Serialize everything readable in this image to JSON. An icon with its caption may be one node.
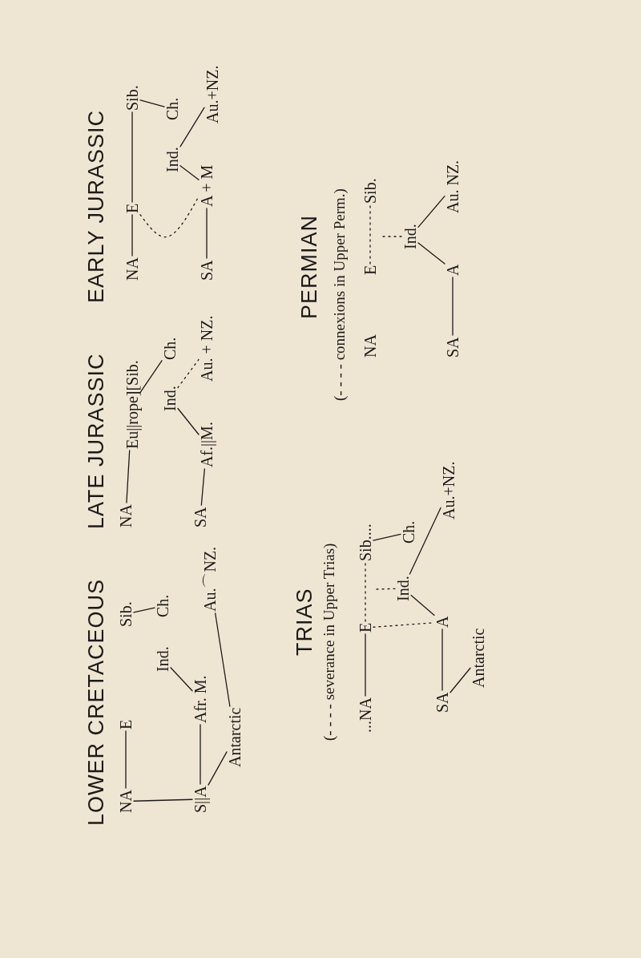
{
  "diagram": {
    "nodes": [
      {
        "text": [
          "NA"
        ]
      },
      {
        "text": [
          "E"
        ]
      },
      {
        "text": [
          "Sib."
        ]
      },
      {
        "text": [
          "Ind."
        ]
      },
      {
        "text": [
          "Ch."
        ]
      },
      {
        "text": [
          "S||A"
        ]
      },
      {
        "text": [
          "Afr. M."
        ]
      },
      {
        "text": [
          "Au.⌒NZ."
        ]
      },
      {
        "text": [
          "Antarctic"
        ]
      },
      {
        "text": [
          "NA"
        ]
      },
      {
        "text": [
          "Eu||rope][Sib."
        ]
      },
      {
        "text": [
          "Ind."
        ]
      },
      {
        "text": [
          "Ch."
        ]
      },
      {
        "text": [
          "SA"
        ]
      },
      {
        "text": [
          "Af.||M."
        ]
      },
      {
        "text": [
          "Au. + NZ."
        ]
      },
      {
        "text": [
          "NA"
        ]
      },
      {
        "text": [
          "E"
        ]
      },
      {
        "text": [
          "Sib."
        ]
      },
      {
        "text": [
          "Ind."
        ]
      },
      {
        "text": [
          "Ch."
        ]
      },
      {
        "text": [
          "SA"
        ]
      },
      {
        "text": [
          "A + M"
        ]
      },
      {
        "text": [
          "Au.+NZ."
        ]
      },
      {
        "text": [
          "NA"
        ]
      },
      {
        "text": [
          "E"
        ]
      },
      {
        "text": [
          "Sib."
        ]
      },
      {
        "text": [
          "Ind."
        ]
      },
      {
        "text": [
          "SA"
        ]
      },
      {
        "text": [
          "A"
        ]
      },
      {
        "text": [
          "Au. NZ."
        ]
      },
      {
        "text": [
          "...NA"
        ]
      },
      {
        "text": [
          "E"
        ]
      },
      {
        "text": [
          "Sib...."
        ]
      },
      {
        "text": [
          "Ind."
        ]
      },
      {
        "text": [
          "Ch."
        ]
      },
      {
        "text": [
          "SA"
        ]
      },
      {
        "text": [
          "A"
        ]
      },
      {
        "text": [
          "Au.+NZ."
        ]
      },
      {
        "text": [
          "Antarctic"
        ]
      }
    ],
    "edges": [
      {
        "from": 0,
        "to": 1,
        "arrow": "none"
      },
      {
        "from": 0,
        "to": 5,
        "arrow": "none"
      },
      {
        "from": 5,
        "to": 6,
        "arrow": "none"
      },
      {
        "from": 6,
        "to": 3,
        "arrow": "none"
      },
      {
        "from": 2,
        "to": 4,
        "arrow": "none"
      },
      {
        "from": 5,
        "to": 8,
        "arrow": "none"
      },
      {
        "from": 8,
        "to": 7,
        "arrow": "none"
      },
      {
        "from": 9,
        "to": 10,
        "arrow": "none"
      },
      {
        "from": 10,
        "to": 12,
        "arrow": "none"
      },
      {
        "from": 13,
        "to": 14,
        "arrow": "none"
      },
      {
        "from": 14,
        "to": 11,
        "arrow": "none"
      },
      {
        "from": 11,
        "to": 15,
        "arrow": "none",
        "style": "dashed"
      },
      {
        "from": 16,
        "to": 17,
        "arrow": "none"
      },
      {
        "from": 17,
        "to": 18,
        "arrow": "none"
      },
      {
        "from": 18,
        "to": 20,
        "arrow": "none"
      },
      {
        "from": 21,
        "to": 22,
        "arrow": "none"
      },
      {
        "from": 22,
        "to": 19,
        "arrow": "none"
      },
      {
        "from": 19,
        "to": 23,
        "arrow": "none"
      },
      {
        "from": 17,
        "to": 22,
        "arrow": "none",
        "style": "dashed"
      },
      {
        "from": 25,
        "to": 26,
        "arrow": "none",
        "style": "dashed"
      },
      {
        "from": null,
        "to": 27,
        "arrow": "none",
        "style": "dashed"
      },
      {
        "from": 28,
        "to": 29,
        "arrow": "none"
      },
      {
        "from": 29,
        "to": 27,
        "arrow": "none"
      },
      {
        "from": 27,
        "to": 30,
        "arrow": "none"
      },
      {
        "from": 31,
        "to": 32,
        "arrow": "none"
      },
      {
        "from": 32,
        "to": 33,
        "arrow": "none",
        "style": "dashed"
      },
      {
        "from": 33,
        "to": 35,
        "arrow": "none"
      },
      {
        "from": null,
        "to": 34,
        "arrow": "none",
        "style": "dashed"
      },
      {
        "from": 32,
        "to": 37,
        "arrow": "none",
        "style": "dashed"
      },
      {
        "from": 36,
        "to": 37,
        "arrow": "none"
      },
      {
        "from": 37,
        "to": 34,
        "arrow": "none"
      },
      {
        "from": 34,
        "to": 38,
        "arrow": "none"
      },
      {
        "from": 36,
        "to": 39,
        "arrow": "none"
      }
    ],
    "labels": [
      "LOWER CRETACEOUS",
      "LATE JURASSIC",
      "EARLY JURASSIC",
      "TRIAS",
      "(- - - - severance in Upper Trias)",
      "PERMIAN",
      "(- - - - connexions in Upper Perm.)"
    ]
  }
}
